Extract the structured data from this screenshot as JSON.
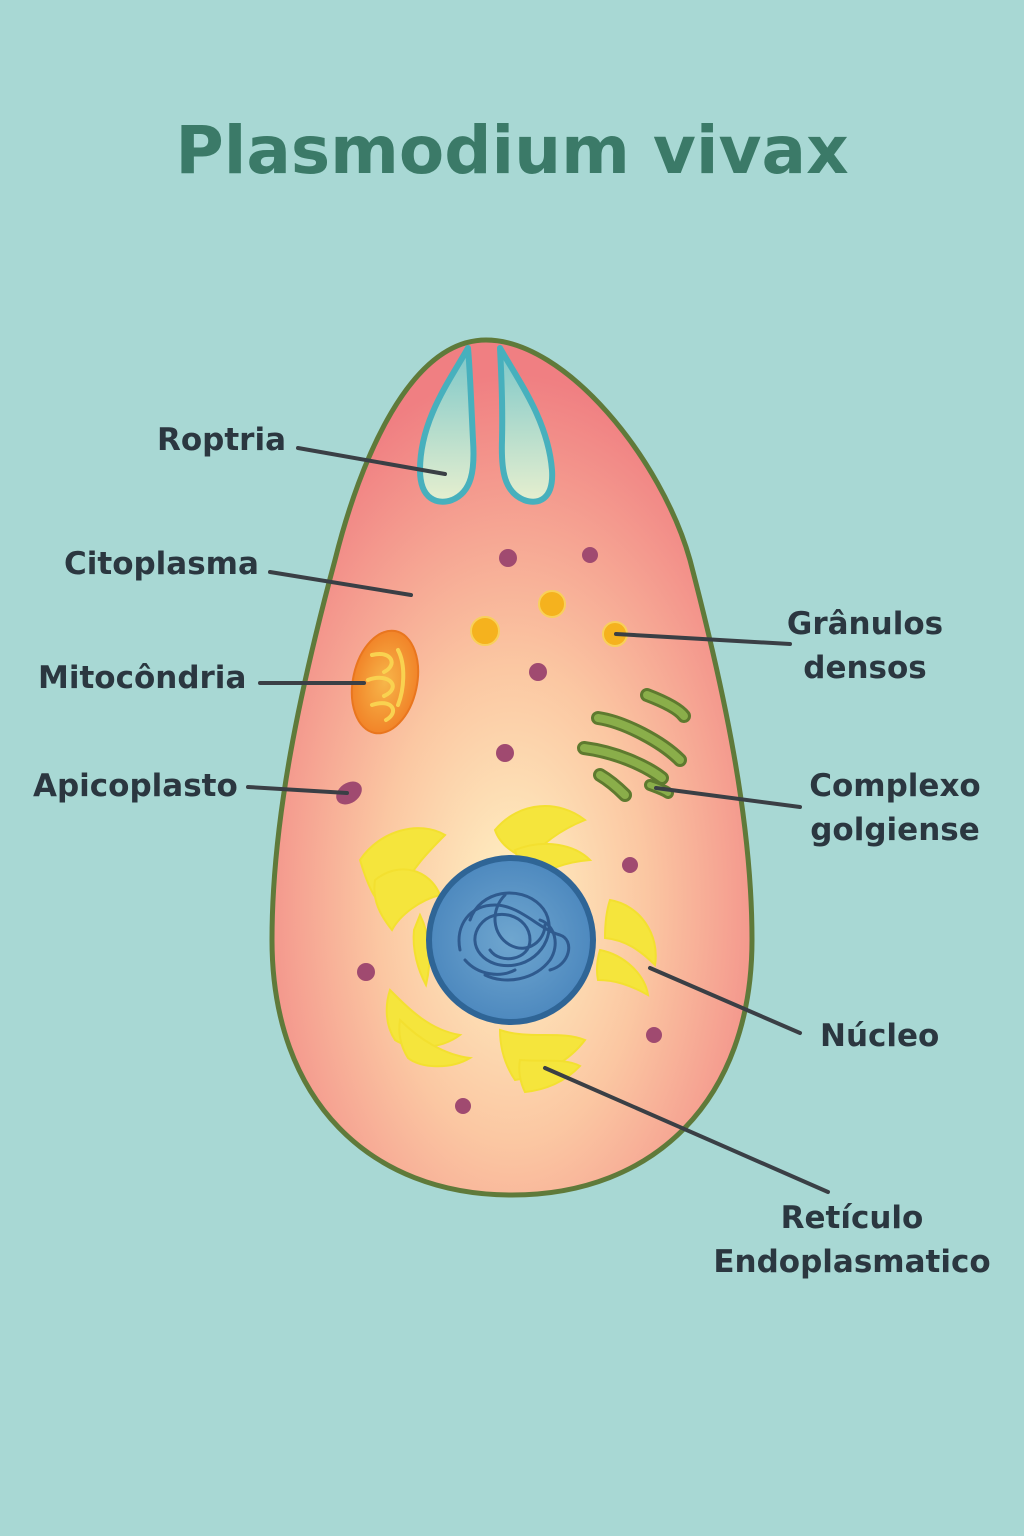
{
  "title": "Plasmodium vivax",
  "labels": {
    "roptria": "Roptria",
    "citoplasma": "Citoplasma",
    "mitocondria": "Mitocôndria",
    "apicoplasto": "Apicoplasto",
    "granulos": [
      "Grânulos",
      "densos"
    ],
    "complexo": [
      "Complexo",
      "golgiense"
    ],
    "nucleo": "Núcleo",
    "reticulo": [
      "Retículo",
      "Endoplasmatico"
    ]
  },
  "colors": {
    "background": "#a8d8d4",
    "title": "#3b7a68",
    "cell_fill": "#f07f82",
    "cell_outline": "#5f7a3a",
    "nucleus": "#3f7bb3",
    "reticulum": "#f5e53c",
    "golgi": "#7a9a3a",
    "mitochondria": "#f08a2a",
    "granules": "#f5b21e",
    "vesicles": "#a04a70",
    "rhoptry": "#4ab0bd",
    "leader_line": "#3a3f45",
    "label_text": "#2b3740"
  }
}
